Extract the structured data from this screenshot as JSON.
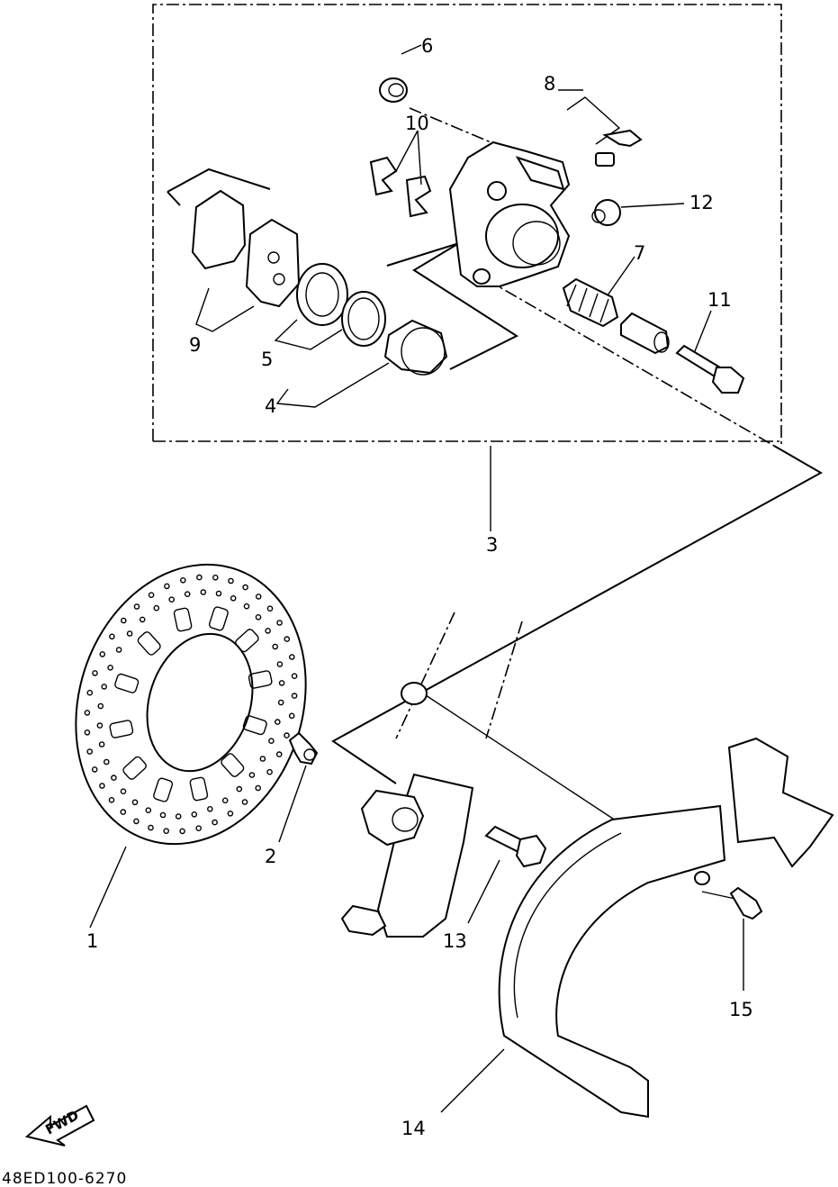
{
  "diagram_code": "48ED100-6270",
  "fwd_label": "FWD",
  "part_numbers": {
    "p1": "1",
    "p2": "2",
    "p3": "3",
    "p4": "4",
    "p5": "5",
    "p6": "6",
    "p7": "7",
    "p8": "8",
    "p9": "9",
    "p10": "10",
    "p11": "11",
    "p12": "12",
    "p13": "13",
    "p14": "14",
    "p15": "15"
  }
}
